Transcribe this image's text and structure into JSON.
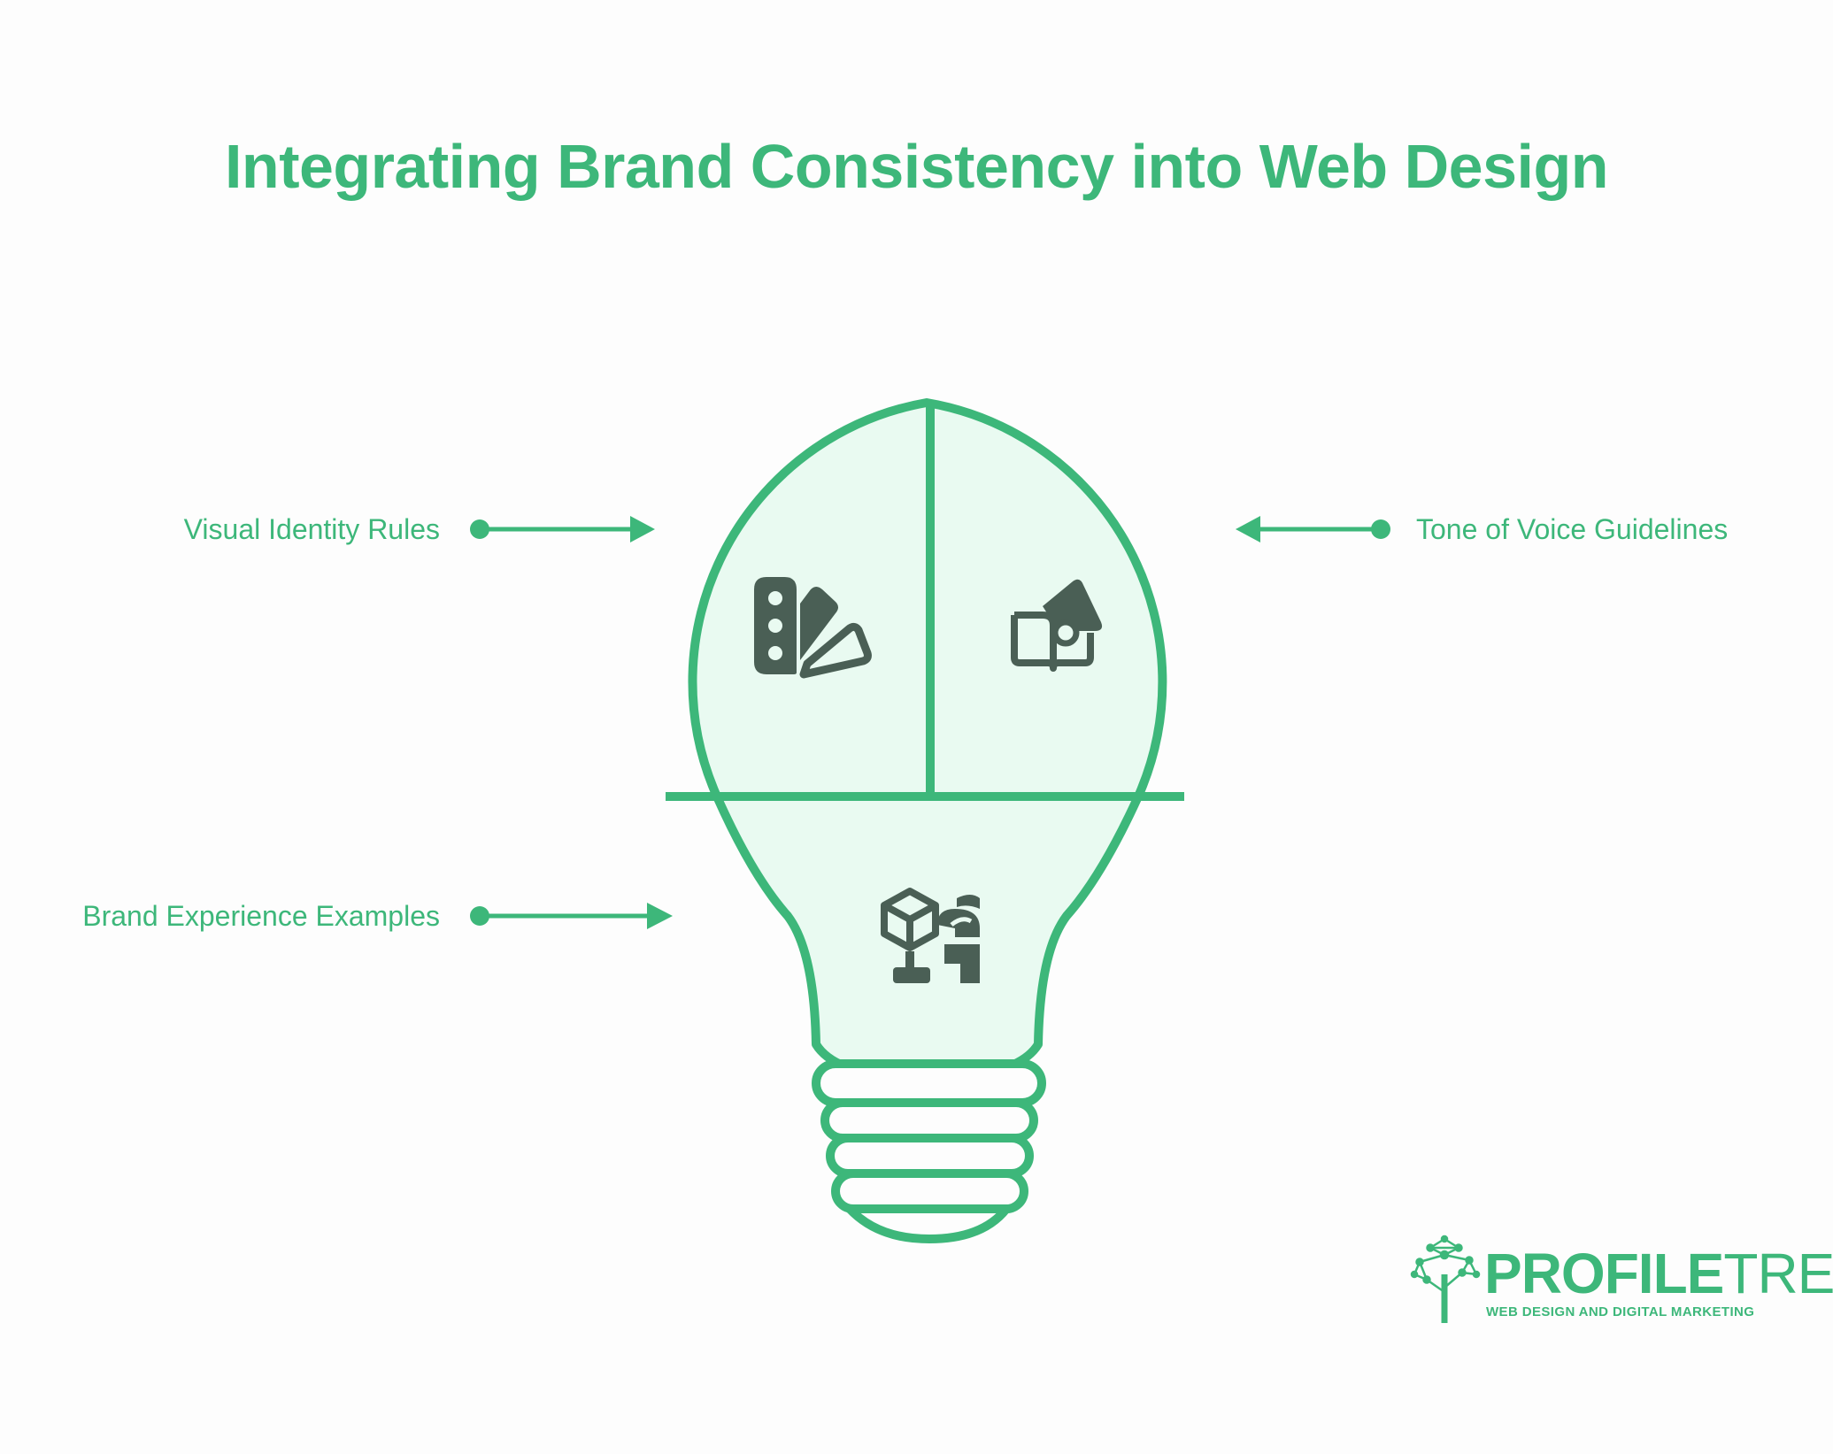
{
  "title": "Integrating Brand Consistency into Web Design",
  "sections": [
    {
      "label": "Visual Identity Rules",
      "icon": "color-swatch-icon"
    },
    {
      "label": "Tone of Voice Guidelines",
      "icon": "megaphone-book-icon"
    },
    {
      "label": "Brand Experience Examples",
      "icon": "box-user-icon"
    }
  ],
  "logo": {
    "name_bold": "PROFILE",
    "name_light": "TREE",
    "tagline": "WEB DESIGN AND DIGITAL MARKETING",
    "icon": "tree-network-icon"
  },
  "colors": {
    "accent": "#3db77a",
    "fill": "#e9faf1",
    "icon": "#4a5f55",
    "background": "#fdfdfd"
  }
}
